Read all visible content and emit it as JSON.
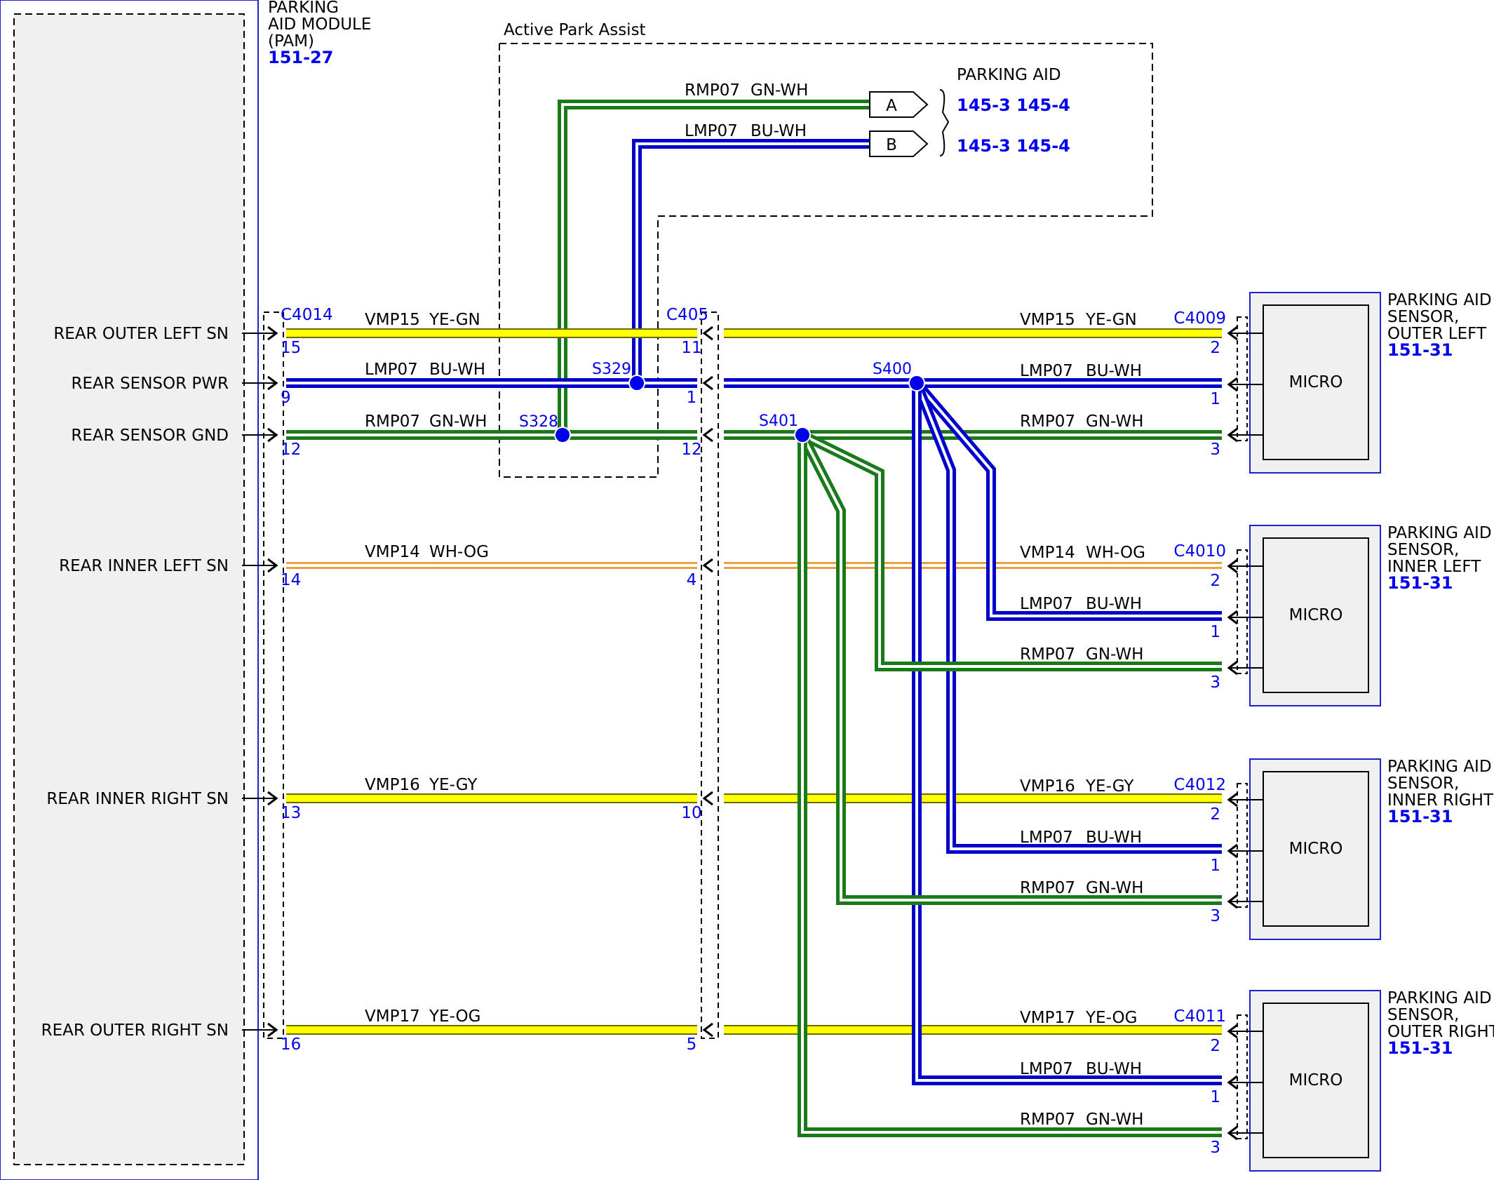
{
  "pam": {
    "title_lines": [
      "PARKING",
      "AID MODULE",
      "(PAM)"
    ],
    "ref": "151-27"
  },
  "active_park_assist": "Active Park Assist",
  "parking_aid": {
    "title": "PARKING AID",
    "a_ref": "145-3 145-4",
    "b_ref": "145-3 145-4",
    "a_label": "A",
    "b_label": "B"
  },
  "pam_pins": [
    {
      "label": "REAR OUTER LEFT SN",
      "pin": "15"
    },
    {
      "label": "REAR SENSOR PWR",
      "pin": "9"
    },
    {
      "label": "REAR SENSOR GND",
      "pin": "12"
    },
    {
      "label": "REAR INNER LEFT SN",
      "pin": "14"
    },
    {
      "label": "REAR INNER RIGHT SN",
      "pin": "13"
    },
    {
      "label": "REAR OUTER RIGHT SN",
      "pin": "16"
    }
  ],
  "connectors": {
    "pam": "C4014",
    "inline": "C405"
  },
  "inline_pins": [
    "11",
    "1",
    "12",
    "4",
    "10",
    "5"
  ],
  "splices": {
    "s328": "S328",
    "s329": "S329",
    "s400": "S400",
    "s401": "S401"
  },
  "wires": {
    "vmp15": {
      "circuit": "VMP15",
      "color": "YE-GN"
    },
    "vmp14": {
      "circuit": "VMP14",
      "color": "WH-OG"
    },
    "vmp16": {
      "circuit": "VMP16",
      "color": "YE-GY"
    },
    "vmp17": {
      "circuit": "VMP17",
      "color": "YE-OG"
    },
    "lmp07": {
      "circuit": "LMP07",
      "color": "BU-WH"
    },
    "rmp07": {
      "circuit": "RMP07",
      "color": "GN-WH"
    }
  },
  "sensors": [
    {
      "title_lines": [
        "PARKING AID",
        "SENSOR,",
        "OUTER LEFT"
      ],
      "ref": "151-31",
      "connector": "C4009",
      "micro": "MICRO",
      "pins": [
        "2",
        "1",
        "3"
      ]
    },
    {
      "title_lines": [
        "PARKING AID",
        "SENSOR,",
        "INNER LEFT"
      ],
      "ref": "151-31",
      "connector": "C4010",
      "micro": "MICRO",
      "pins": [
        "2",
        "1",
        "3"
      ]
    },
    {
      "title_lines": [
        "PARKING AID",
        "SENSOR,",
        "INNER RIGHT"
      ],
      "ref": "151-31",
      "connector": "C4012",
      "micro": "MICRO",
      "pins": [
        "2",
        "1",
        "3"
      ]
    },
    {
      "title_lines": [
        "PARKING AID",
        "SENSOR,",
        "OUTER RIGHT"
      ],
      "ref": "151-31",
      "connector": "C4011",
      "micro": "MICRO",
      "pins": [
        "2",
        "1",
        "3"
      ]
    }
  ],
  "colors": {
    "yellow": "#ffff00",
    "blue": "#0000cc",
    "green": "#1a7a1a",
    "wh_og": "#e8a040",
    "link_blue": "#0000ee"
  }
}
